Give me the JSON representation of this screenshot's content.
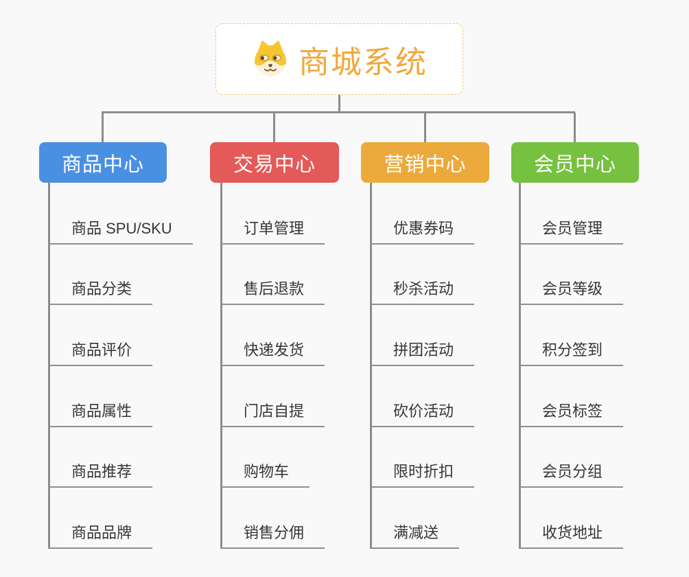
{
  "root": {
    "title": "商城系统",
    "icon": "dog-face-icon"
  },
  "branches": [
    {
      "label": "商品中心",
      "color": "#4A90E2",
      "children": [
        "商品 SPU/SKU",
        "商品分类",
        "商品评价",
        "商品属性",
        "商品推荐",
        "商品品牌"
      ]
    },
    {
      "label": "交易中心",
      "color": "#E35A58",
      "children": [
        "订单管理",
        "售后退款",
        "快递发货",
        "门店自提",
        "购物车",
        "销售分佣"
      ]
    },
    {
      "label": "营销中心",
      "color": "#ECAA3C",
      "children": [
        "优惠券码",
        "秒杀活动",
        "拼团活动",
        "砍价活动",
        "限时折扣",
        "满减送"
      ]
    },
    {
      "label": "会员中心",
      "color": "#76C13F",
      "children": [
        "会员管理",
        "会员等级",
        "积分签到",
        "会员标签",
        "会员分组",
        "收货地址"
      ]
    }
  ],
  "colors": {
    "background": "#F9F9F9",
    "connector": "#8C8C8C",
    "underline": "#8F8F8F",
    "root_text": "#F0A83C",
    "root_border": "#F2C377",
    "leaf_text": "#363636"
  }
}
